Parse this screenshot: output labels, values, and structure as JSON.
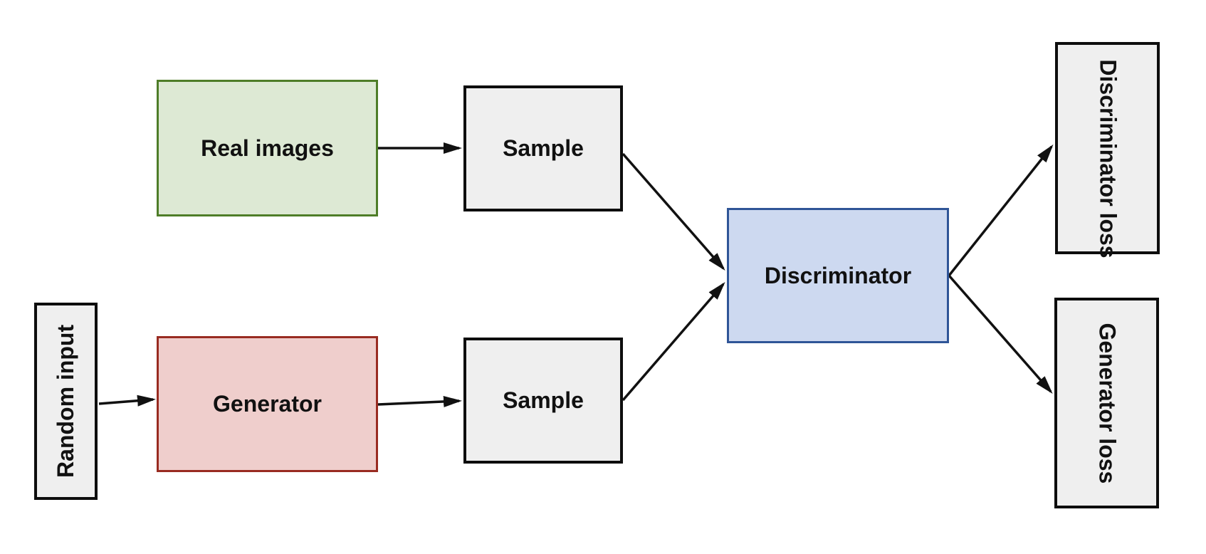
{
  "diagram": {
    "edge_color": "#111111",
    "gray_fill": "#efefef",
    "gray_border": "#0d0d0d",
    "nodes": {
      "random_input": {
        "label": "Random input",
        "fill": "#efefef",
        "border": "#0d0d0d",
        "text_orientation": "vertical-bottom-to-top"
      },
      "real_images": {
        "label": "Real images",
        "fill": "#dde9d4",
        "border": "#4e7d28",
        "text_orientation": "horizontal"
      },
      "generator": {
        "label": "Generator",
        "fill": "#efcecc",
        "border": "#992b21",
        "text_orientation": "horizontal"
      },
      "sample_top": {
        "label": "Sample",
        "fill": "#efefef",
        "border": "#0d0d0d",
        "text_orientation": "horizontal"
      },
      "sample_bottom": {
        "label": "Sample",
        "fill": "#efefef",
        "border": "#0d0d0d",
        "text_orientation": "horizontal"
      },
      "discriminator": {
        "label": "Discriminator",
        "fill": "#cdd9f0",
        "border": "#2f5597",
        "text_orientation": "horizontal"
      },
      "discriminator_loss": {
        "label": "Discriminator loss",
        "fill": "#efefef",
        "border": "#0d0d0d",
        "text_orientation": "vertical-top-to-bottom"
      },
      "generator_loss": {
        "label": "Generator loss",
        "fill": "#efefef",
        "border": "#0d0d0d",
        "text_orientation": "vertical-top-to-bottom"
      }
    },
    "edges": [
      {
        "from": "real_images",
        "to": "sample_top"
      },
      {
        "from": "sample_top",
        "to": "discriminator"
      },
      {
        "from": "random_input",
        "to": "generator"
      },
      {
        "from": "generator",
        "to": "sample_bottom"
      },
      {
        "from": "sample_bottom",
        "to": "discriminator"
      },
      {
        "from": "discriminator",
        "to": "discriminator_loss"
      },
      {
        "from": "discriminator",
        "to": "generator_loss"
      }
    ]
  }
}
